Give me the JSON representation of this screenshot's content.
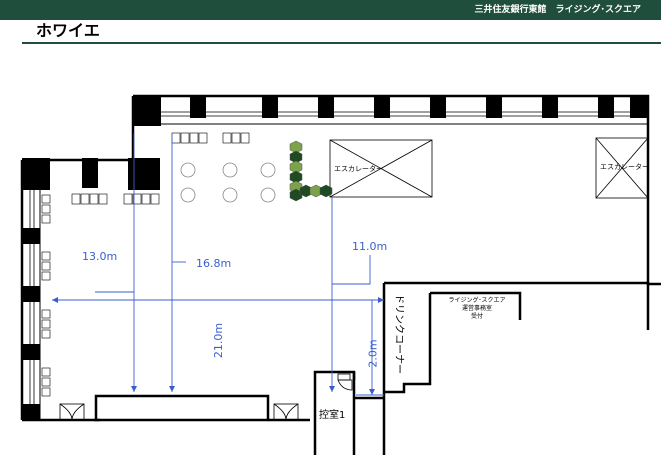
{
  "header": {
    "venue": "三井住友銀行東館　ライジング･スクエア",
    "title": "ホワイエ",
    "bar_color": "#1f4e3d"
  },
  "dimensions": {
    "width_13": "13.0m",
    "width_16": "16.8m",
    "width_11": "11.0m",
    "depth_21": "21.0m",
    "depth_2": "2.0m",
    "line_color": "#3a5fcd"
  },
  "rooms": {
    "escalator_left": "エスカレーター",
    "escalator_right": "エスカレーター",
    "drink_corner": "ドリンクコーナー",
    "control_room": "控室1",
    "office": {
      "line1": "ライジング･スクエア",
      "line2": "運営事務室",
      "line3": "受付"
    }
  },
  "colors": {
    "plant_light": "#7da34a",
    "plant_dark": "#1f4a22",
    "pillar": "#000000"
  }
}
